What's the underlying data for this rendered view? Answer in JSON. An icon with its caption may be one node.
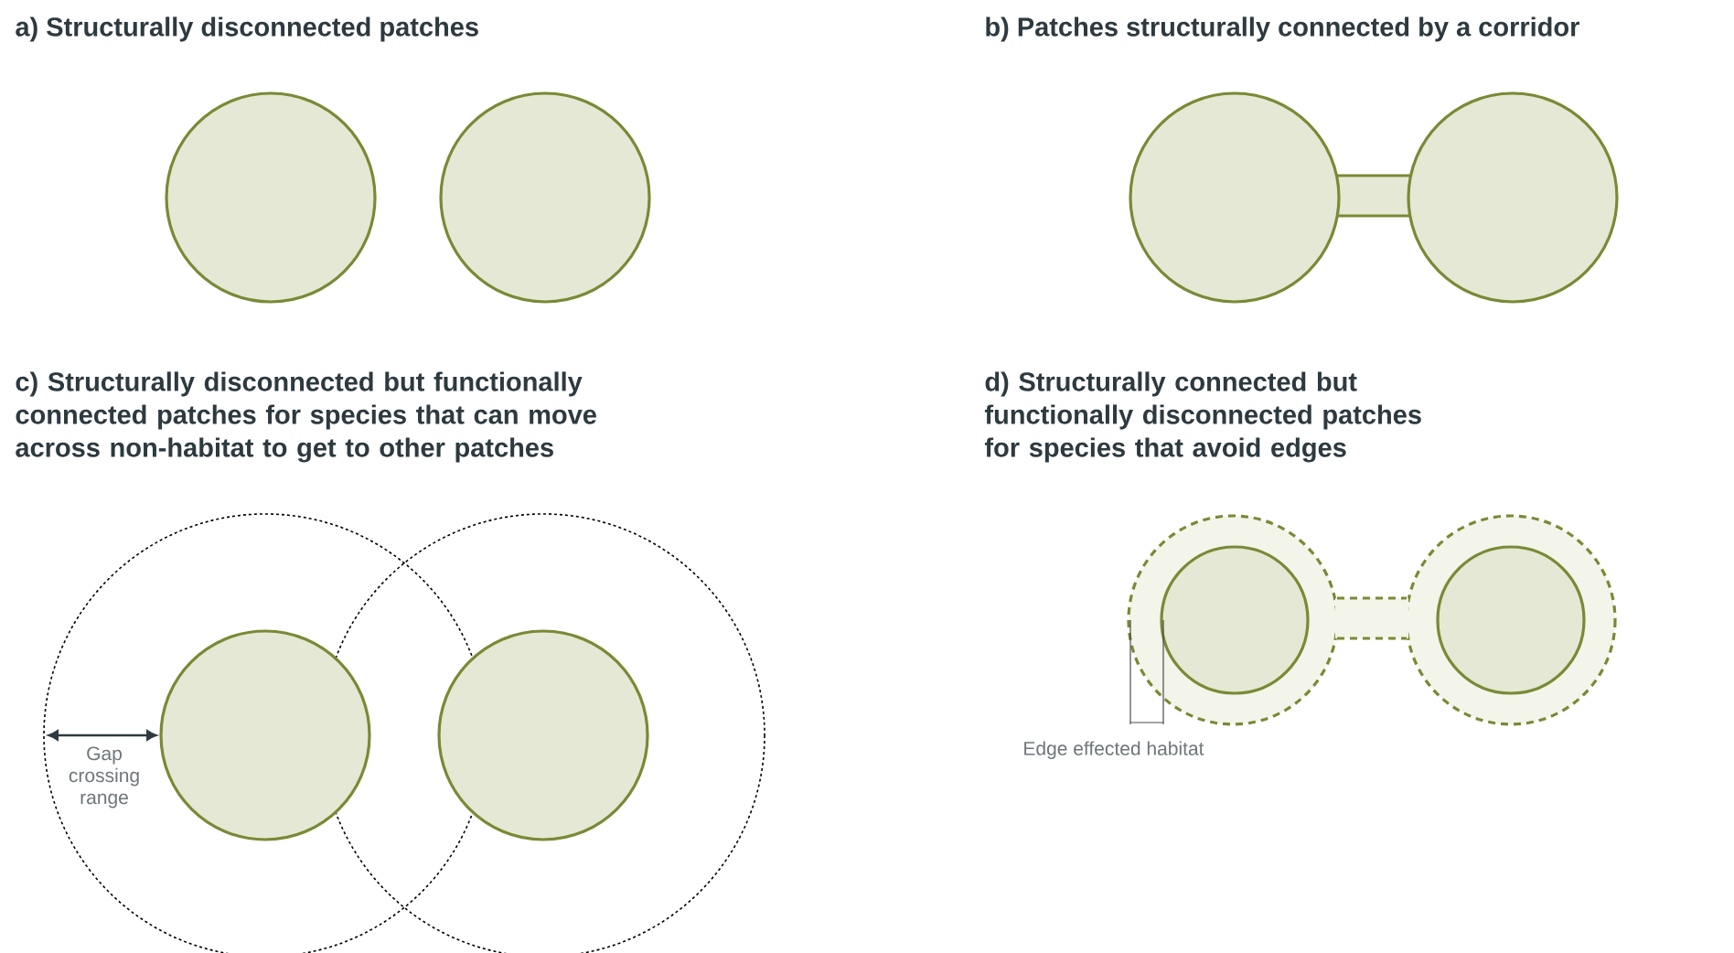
{
  "diagram": {
    "labels": [
      "a) Structurally disconnected patches",
      "b) Patches structurally connected by a corridor",
      "c) Structurally disconnected but functionally connected patches for species that can move across non-habitat to get to other patches",
      "d) Structurally connected but functionally disconnected patches for species that avoid edges",
      "Gap crossing range",
      "Edge effected habitat"
    ]
  }
}
